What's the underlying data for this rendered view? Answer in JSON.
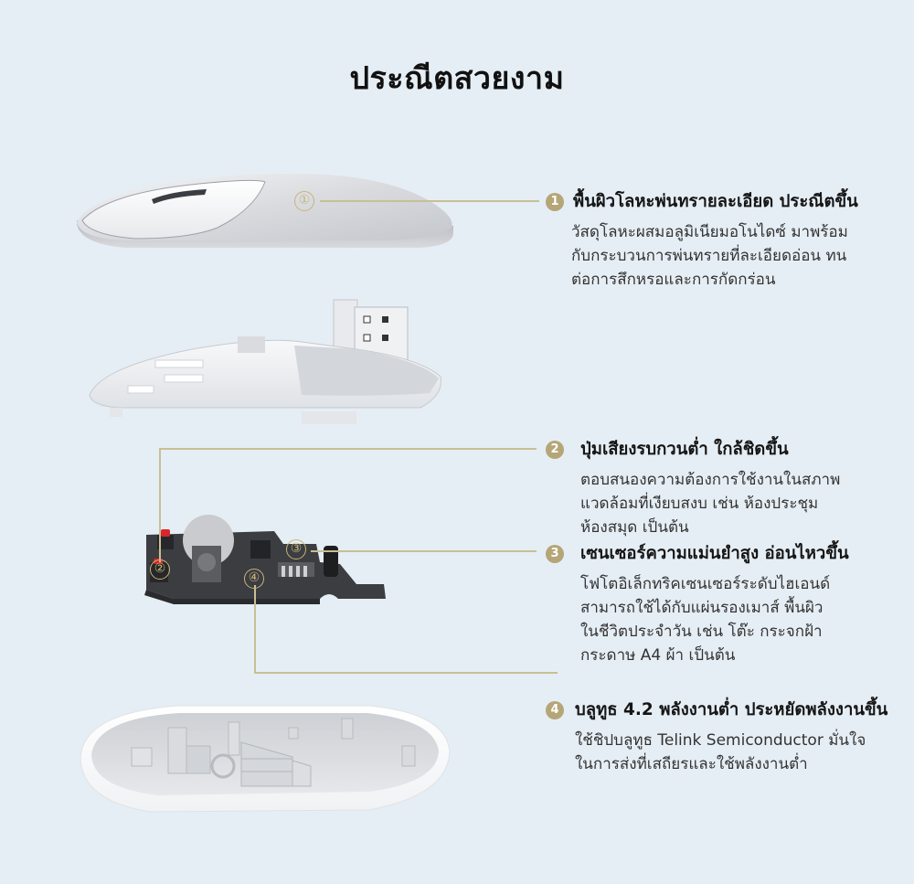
{
  "header": {
    "title": "ประณีตสวยงาม"
  },
  "colors": {
    "background": "#e6eef5",
    "accent_gold": "#b5a678",
    "callout_line": "#c8bf94",
    "title_text": "#111111",
    "body_text": "#333333"
  },
  "illustrations": [
    {
      "name": "mouse-top-shell",
      "marker": "①"
    },
    {
      "name": "mouse-inner-frame-with-usb-receiver",
      "marker": ""
    },
    {
      "name": "mouse-pcb-board",
      "markers": [
        "②",
        "③",
        "④"
      ]
    },
    {
      "name": "mouse-bottom-shell",
      "marker": ""
    }
  ],
  "features": [
    {
      "number": "1",
      "title": "พื้นผิวโลหะพ่นทรายละเอียด ประณีตขึ้น",
      "description": "วัสดุโลหะผสมอลูมิเนียมอโนไดซ์ มาพร้อม\nกับกระบวนการพ่นทรายที่ละเอียดอ่อน ทน\nต่อการสึกหรอและการกัดกร่อน"
    },
    {
      "number": "2",
      "title": "ปุ่มเสียงรบกวนต่ำ ใกล้ชิดขึ้น",
      "description": "ตอบสนองความต้องการใช้งานในสภาพ\nแวดล้อมที่เงียบสงบ เช่น ห้องประชุม\nห้องสมุด เป็นต้น"
    },
    {
      "number": "3",
      "title": "เซนเซอร์ความแม่นยำสูง อ่อนไหวขึ้น",
      "description": "โฟโตอิเล็กทริคเซนเซอร์ระดับไฮเอนด์\nสามารถใช้ได้กับแผ่นรองเมาส์ พื้นผิว\nในชีวิตประจำวัน เช่น โต๊ะ กระจกฝ้า\nกระดาษ A4 ผ้า เป็นต้น"
    },
    {
      "number": "4",
      "title": "บลูทูธ 4.2 พลังงานต่ำ ประหยัดพลังงานขึ้น",
      "description": "ใช้ชิปบลูทูธ Telink Semiconductor มั่นใจ\nในการส่งที่เสถียรและใช้พลังงานต่ำ"
    }
  ],
  "markers": {
    "m1": "①",
    "m2": "②",
    "m3": "③",
    "m4": "④"
  }
}
